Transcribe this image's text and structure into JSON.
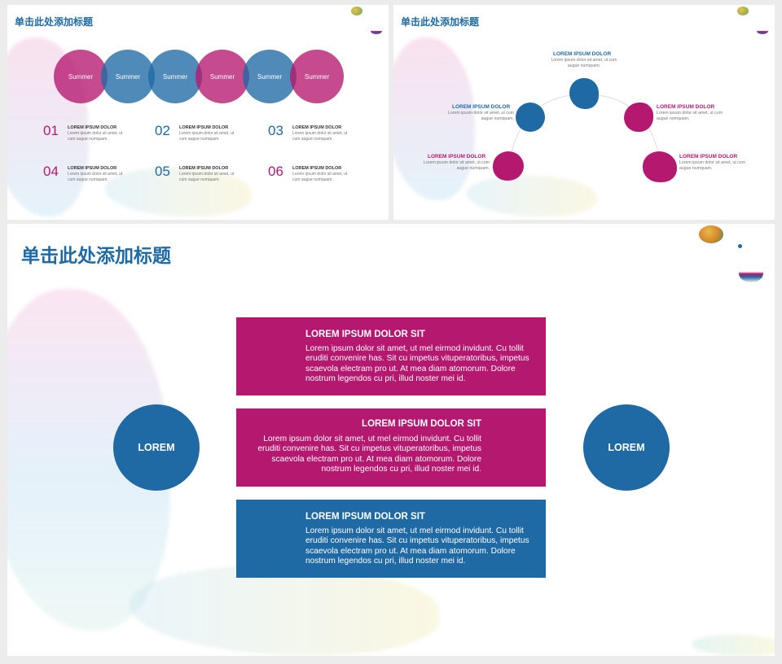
{
  "slide1": {
    "title": "单击此处添加标题",
    "circles": [
      "Summer",
      "Summer",
      "Summer",
      "Summer",
      "Summer",
      "Summer"
    ],
    "items": [
      {
        "num": "01",
        "head": "LOREM IPSUM DOLOR",
        "body": "Lorem ipsum dolor sit amet, ut cum augue numquam."
      },
      {
        "num": "02",
        "head": "LOREM IPSUM DOLOR",
        "body": "Lorem ipsum dolor sit amet, ut cum augue numquam."
      },
      {
        "num": "03",
        "head": "LOREM IPSUM DOLOR",
        "body": "Lorem ipsum dolor sit amet, ut cum augue numquam."
      },
      {
        "num": "04",
        "head": "LOREM IPSUM DOLOR",
        "body": "Lorem ipsum dolor sit amet, ut cum augue numquam."
      },
      {
        "num": "05",
        "head": "LOREM IPSUM DOLOR",
        "body": "Lorem ipsum dolor sit amet, ut cum augue numquam."
      },
      {
        "num": "06",
        "head": "LOREM IPSUM DOLOR",
        "body": "Lorem ipsum dolor sit amet, ut cum augue numquam."
      }
    ]
  },
  "slide2": {
    "title": "单击此处添加标题",
    "nodes": [
      {
        "head": "LOREM IPSUM DOLOR",
        "body": "Lorem ipsum dolor sit amet, ut cum augue numquam."
      },
      {
        "head": "LOREM IPSUM DOLOR",
        "body": "Lorem ipsum dolor sit amet, ut cum augue numquam."
      },
      {
        "head": "LOREM IPSUM DOLOR",
        "body": "Lorem ipsum dolor sit amet, ut cum augue numquam."
      },
      {
        "head": "LOREM IPSUM DOLOR",
        "body": "Lorem ipsum dolor sit amet, ut cum augue numquam."
      },
      {
        "head": "LOREM IPSUM DOLOR",
        "body": "Lorem ipsum dolor sit amet, ut cum augue numquam."
      }
    ]
  },
  "slide3": {
    "title": "单击此处添加标题",
    "left_circle": "LOREM",
    "right_circle": "LOREM",
    "boxes": [
      {
        "head": "LOREM IPSUM DOLOR SIT",
        "body": "Lorem ipsum dolor sit amet, ut mel eirmod invidunt. Cu tollit eruditi convenire has. Sit cu impetus vituperatoribus, impetus scaevola electram pro ut. At mea diam atomorum. Dolore nostrum legendos cu pri, illud noster mei id."
      },
      {
        "head": "LOREM IPSUM DOLOR SIT",
        "body": "Lorem ipsum dolor sit amet, ut mel eirmod invidunt. Cu tollit eruditi convenire has. Sit cu impetus vituperatoribus, impetus scaevola electram pro ut. At mea diam atomorum. Dolore nostrum legendos cu pri, illud noster mei id."
      },
      {
        "head": "LOREM IPSUM DOLOR SIT",
        "body": "Lorem ipsum dolor sit amet, ut mel eirmod invidunt. Cu tollit eruditi convenire has. Sit cu impetus vituperatoribus, impetus scaevola electram pro ut. At mea diam atomorum. Dolore nostrum legendos cu pri, illud noster mei id."
      }
    ]
  },
  "colors": {
    "blue": "#1f6aa5",
    "pink": "#b5186f"
  }
}
